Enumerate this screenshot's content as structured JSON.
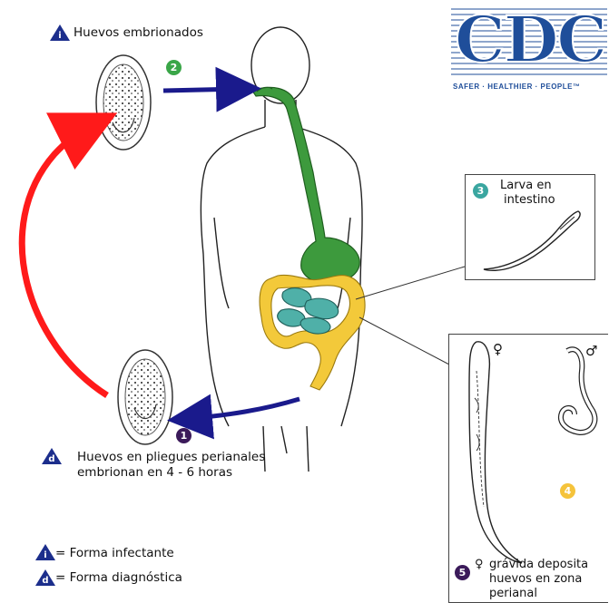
{
  "logo": {
    "text": "CDC",
    "tagline": "SAFER · HEALTHIER · PEOPLE™"
  },
  "labels": {
    "embryonated_eggs": "Huevos embrionados",
    "larva_line1": "Larva en",
    "larva_line2": "intestino",
    "perianal_line1": "Huevos en pliegues perianales",
    "perianal_line2": "embrionan en 4 - 6 horas",
    "gravid_line1": "grávida deposita",
    "gravid_line2": "huevos en zona",
    "gravid_line3": "perianal"
  },
  "steps": {
    "s1": "1",
    "s2": "2",
    "s3": "3",
    "s4": "4",
    "s5": "5"
  },
  "stage_markers": {
    "infective": "i",
    "diagnostic": "d"
  },
  "sex_symbols": {
    "female": "♀",
    "male": "♂"
  },
  "legend": {
    "infective": "= Forma infectante",
    "diagnostic": "= Forma diagnóstica"
  },
  "colors": {
    "blue_arrow": "#1a1a8c",
    "red_arrow": "#ff1a1a",
    "green_gut": "#3d9a3d",
    "teal_gut": "#4fb0a8",
    "yellow_gut": "#f3c93a",
    "step_green": "#3aa648",
    "step_teal": "#3aa6a0",
    "step_yellow": "#f5c33b",
    "step_purple": "#3b1a5a",
    "marker_blue": "#1c2e8c",
    "cdc_blue": "#1f4e9a"
  },
  "icons": [
    "cdc-logo",
    "blue-triangle-marker",
    "egg-illustration",
    "pinworm-illustration"
  ]
}
